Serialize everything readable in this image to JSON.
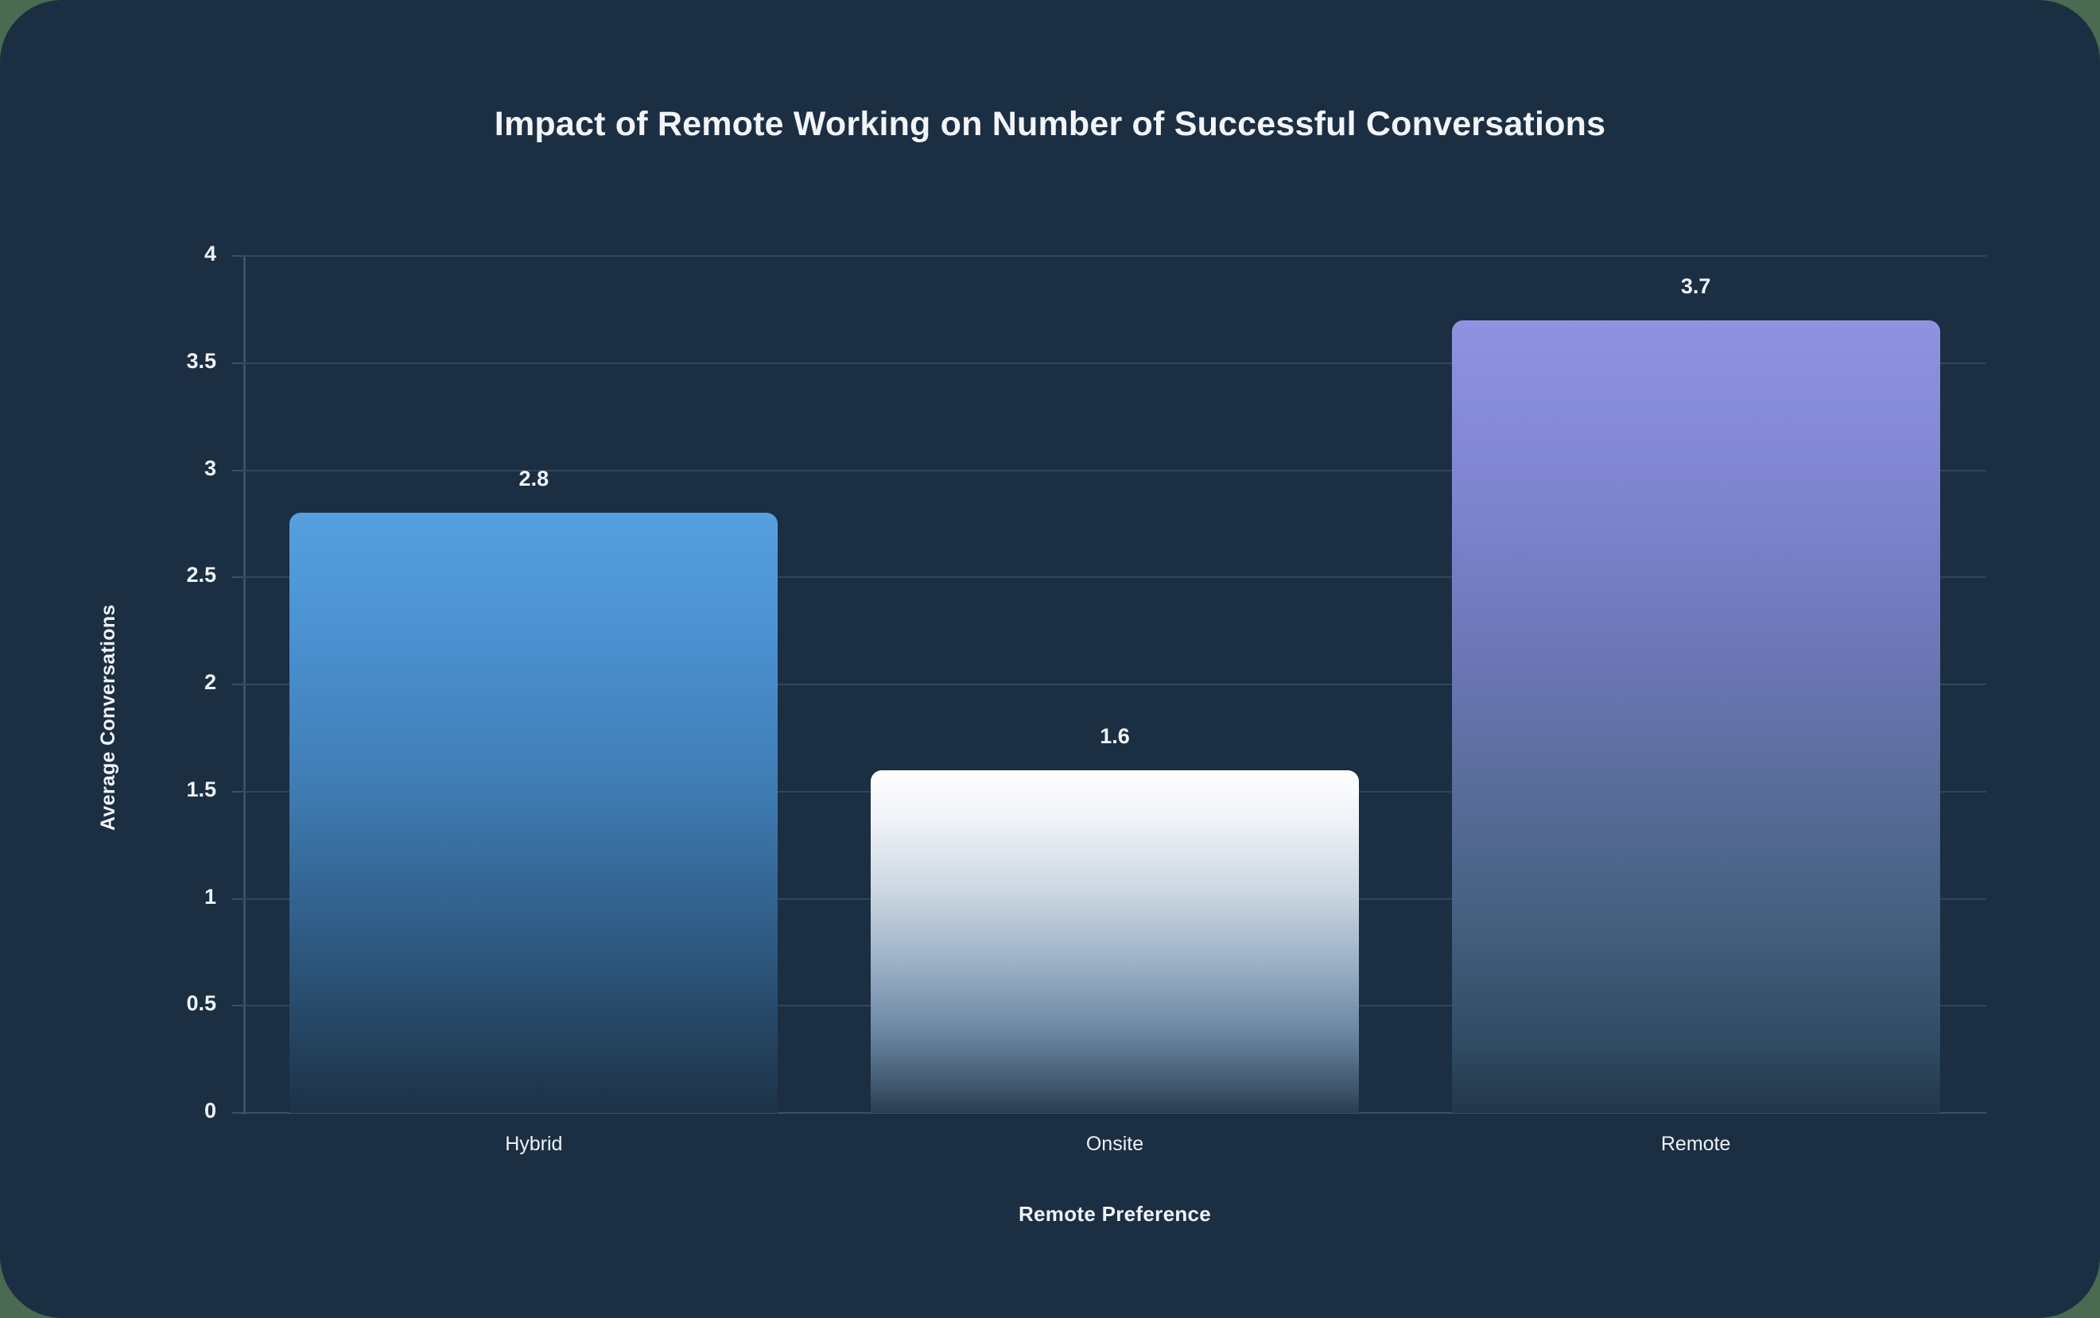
{
  "chart_data": {
    "type": "bar",
    "title": "Impact of Remote Working on Number of Successful Conversations",
    "xlabel": "Remote Preference",
    "ylabel": "Average Conversations",
    "categories": [
      "Hybrid",
      "Onsite",
      "Remote"
    ],
    "values": [
      2.8,
      1.6,
      3.7
    ],
    "value_labels": [
      "2.8",
      "1.6",
      "3.7"
    ],
    "ylim": [
      0,
      4
    ],
    "yticks": [
      0,
      0.5,
      1,
      1.5,
      2,
      2.5,
      3,
      3.5,
      4
    ],
    "ytick_labels": [
      "0",
      "0.5",
      "1",
      "1.5",
      "2",
      "2.5",
      "3",
      "3.5",
      "4"
    ],
    "grid": true,
    "legend": false,
    "bar_colors_top": [
      "#56a0e0",
      "#ffffff",
      "#8e93e0"
    ],
    "bar_colors_bottom": [
      "#1d3247",
      "#2a3d50",
      "#223649"
    ]
  },
  "theme": {
    "background": "#1b2e42",
    "outside": "#4a6b51",
    "text": "#f0f4f8",
    "gridline": "#32465a",
    "axis": "#3a5068"
  }
}
